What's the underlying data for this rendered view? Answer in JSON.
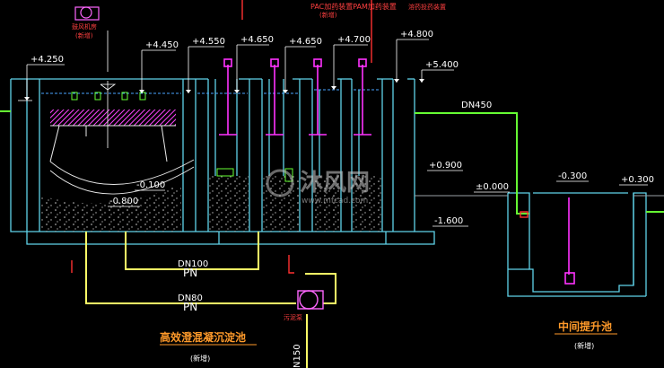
{
  "elevations": {
    "e4250": "+4.250",
    "e4450": "+4.450",
    "e4550": "+4.550",
    "e4650a": "+4.650",
    "e4650b": "+4.650",
    "e4700": "+4.700",
    "e4800": "+4.800",
    "e5400": "+5.400",
    "e0900": "+0.900",
    "e0000": "±0.000",
    "em1600": "-1.600",
    "em0100": "-0.100",
    "em0800": "-0.800",
    "em0300": "-0.300",
    "e0300": "+0.300"
  },
  "pipes": {
    "dn450": "DN450",
    "dn100": "DN100",
    "pn1": "PN",
    "dn80": "DN80",
    "pn2": "PN",
    "n150": "N150"
  },
  "labels": {
    "pac_pam": "PAC加药装置PAM加药装置",
    "top_right_small": "溶药投药装置",
    "new1": "(新增)",
    "blower_small": "鼓风机房",
    "sludge_pump": "污泥泵",
    "new_small": "(新增)",
    "tank_main_title": "高效澄混凝沉淀池",
    "tank_main_sub": "(新增)",
    "tank_lift_title": "中间提升池",
    "tank_lift_sub": "(新增)"
  },
  "watermark": {
    "site_cn": "沐风网",
    "site_url": "www.mfcad.com"
  },
  "colors": {
    "wall": "#5fd3ea",
    "pipe": "#ffff66",
    "green": "#66ff33",
    "magenta": "#ff33ff",
    "red": "#ff3030",
    "orange": "#ff9a2a",
    "text": "#ffffff"
  }
}
